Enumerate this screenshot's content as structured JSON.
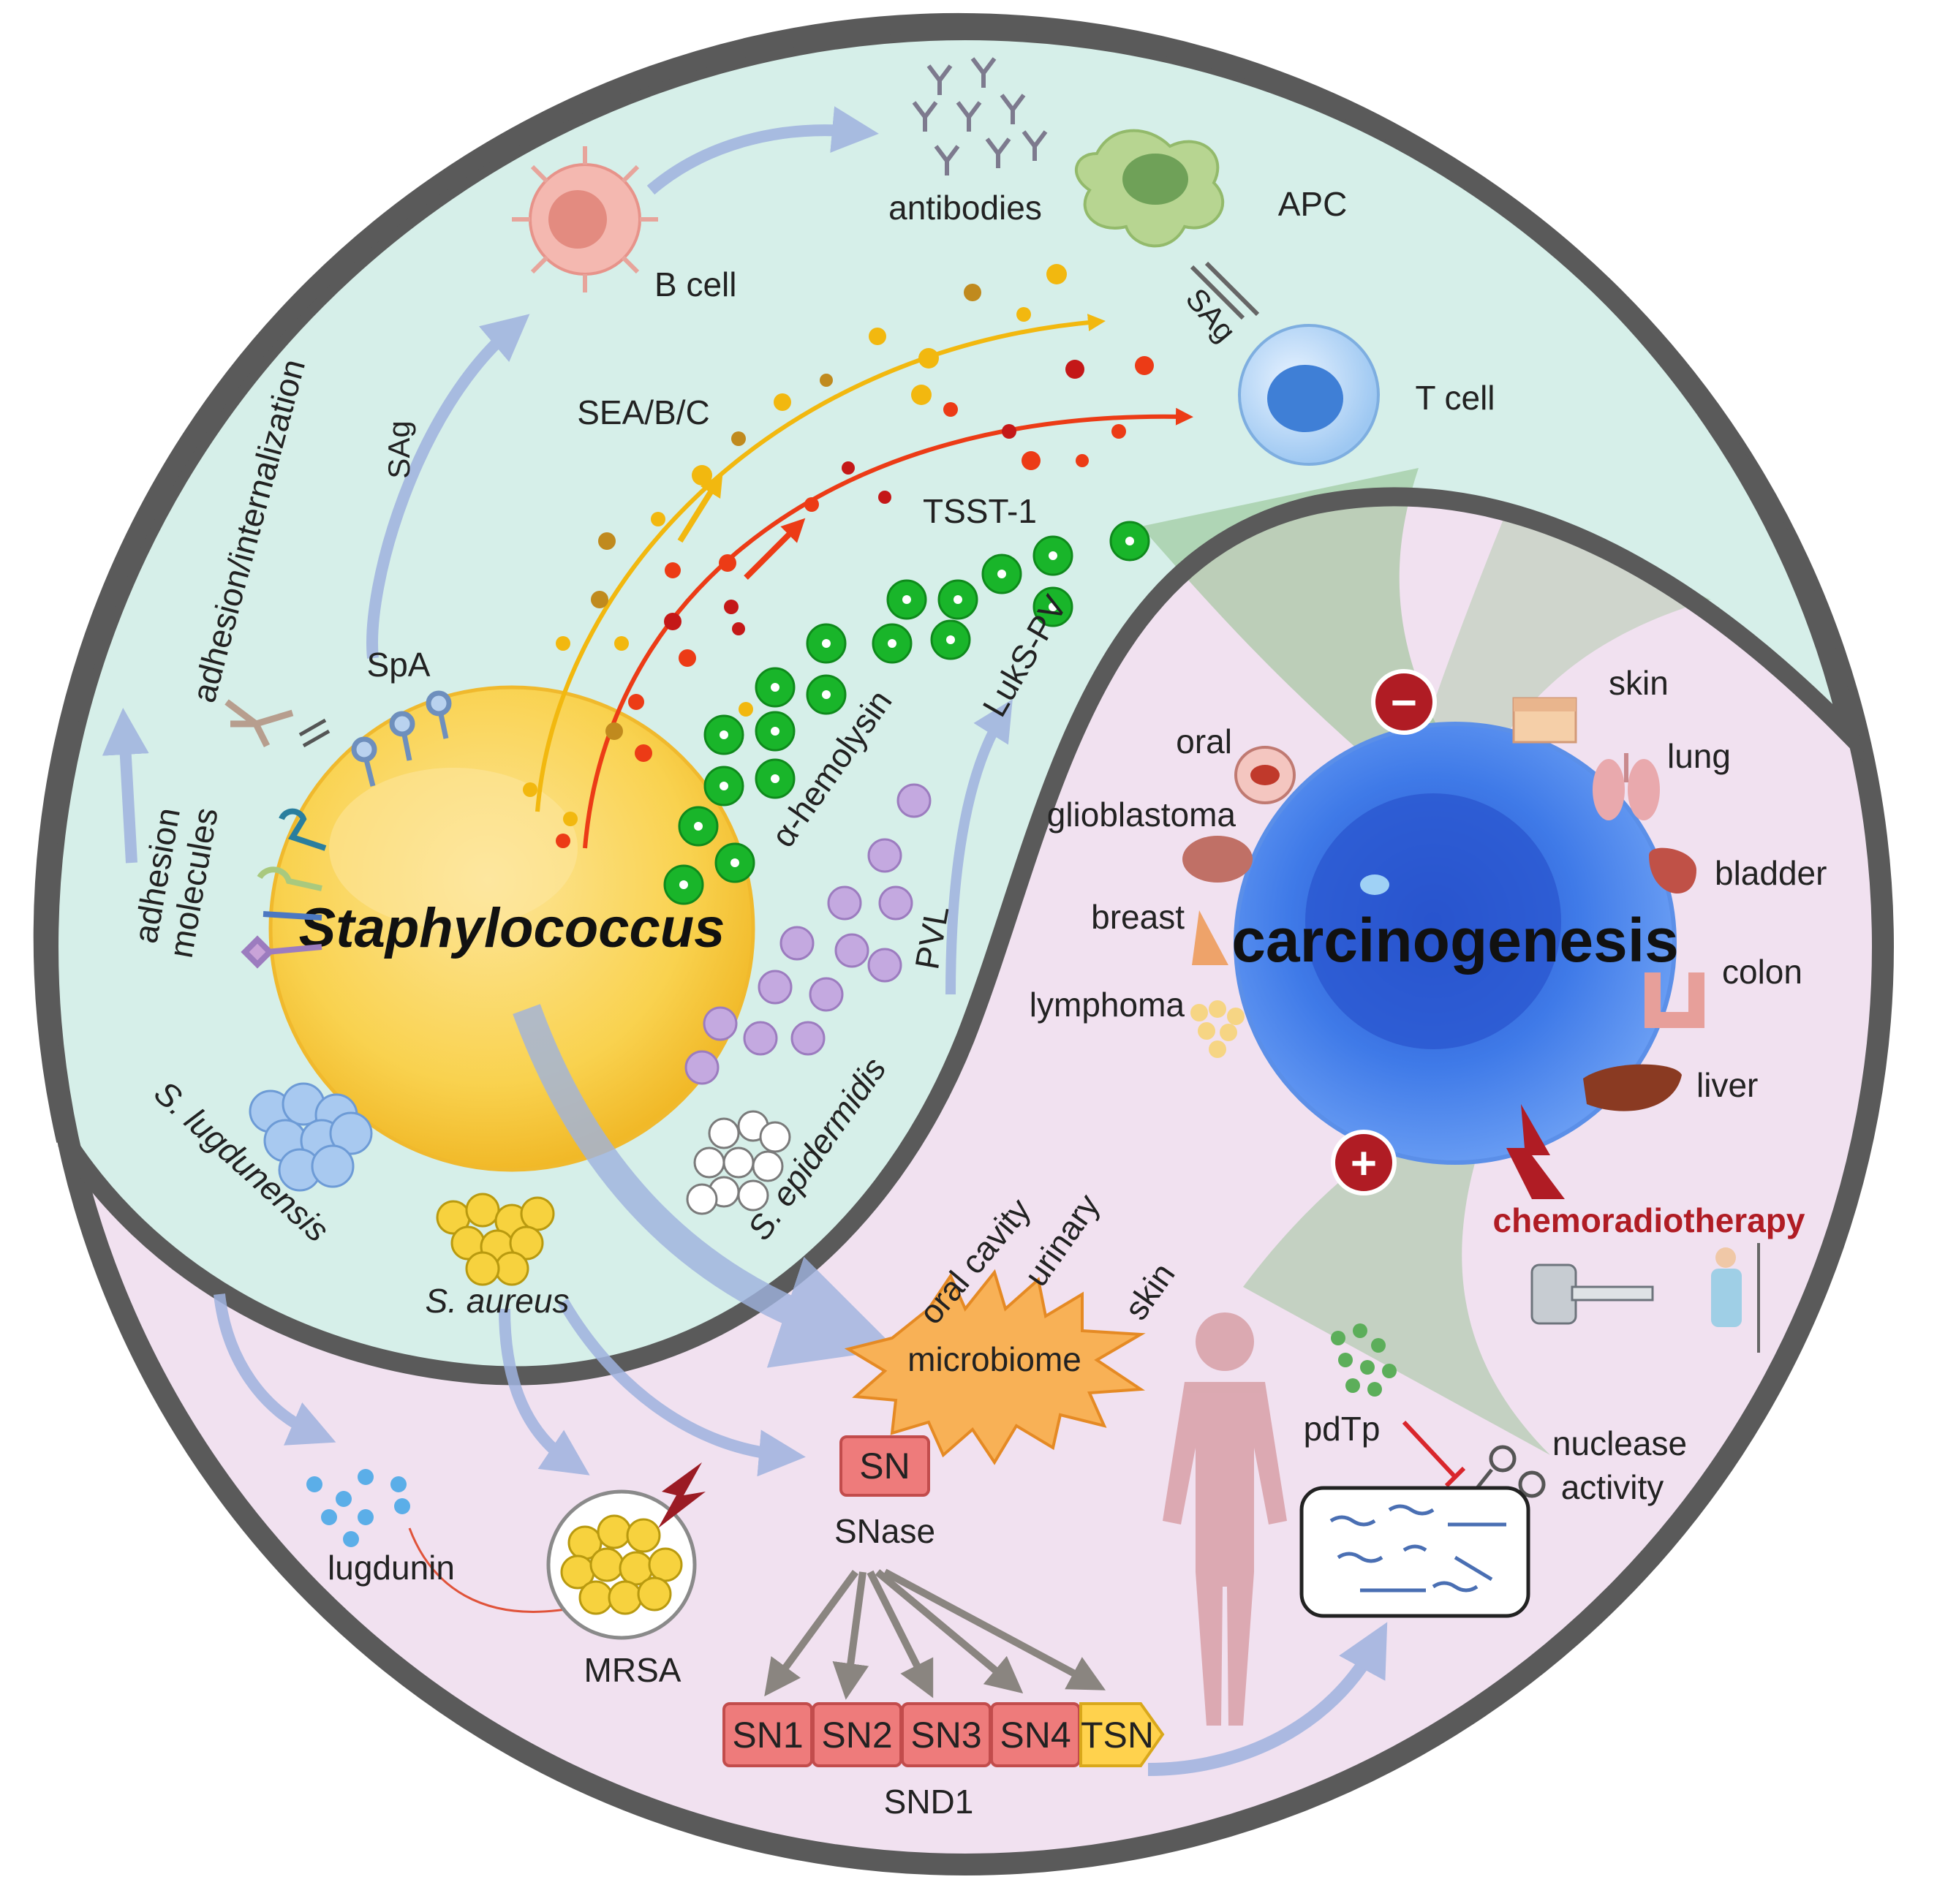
{
  "labels": {
    "staphylococcus": "Staphylococcus",
    "carcinogenesis": "carcinogenesis",
    "antibodies": "antibodies",
    "apc": "APC",
    "b_cell": "B cell",
    "t_cell": "T cell",
    "sag_bcell": "SAg",
    "sag_tcell": "SAg",
    "sea_bc": "SEA/B/C",
    "tsst1": "TSST-1",
    "adhesion_internalization": "adhesion/internalization",
    "spa": "SpA",
    "adhesion": "adhesion",
    "molecules": "molecules",
    "alpha_hemolysin": "α-hemolysin",
    "luks_pv": "LukS-PV",
    "pvl": "PVL",
    "s_lugdunensis": "S. lugdunensis",
    "s_aureus": "S. aureus",
    "s_epidermidis": "S. epidermidis",
    "lugdunin": "lugdunin",
    "mrsa": "MRSA",
    "sn": "SN",
    "snase": "SNase",
    "snd1": "SND1",
    "microbiome": "microbiome",
    "oral_cavity": "oral cavity",
    "urinary": "urinary",
    "skin_micro": "skin",
    "pdtp": "pdTp",
    "nuclease": "nuclease",
    "activity": "activity",
    "chemoradiotherapy": "chemoradiotherapy",
    "minus": "−",
    "plus": "+"
  },
  "snd1_domains": [
    "SN1",
    "SN2",
    "SN3",
    "SN4",
    "TSN"
  ],
  "cancers": {
    "skin": "skin",
    "lung": "lung",
    "bladder": "bladder",
    "colon": "colon",
    "liver": "liver",
    "oral": "oral",
    "glioblastoma": "glioblastoma",
    "breast": "breast",
    "lymphoma": "lymphoma"
  },
  "colors": {
    "top_region": "#d6efe9",
    "bottom_region": "#f1e1f0",
    "ring": "#5a5a5a",
    "staph_cell": "#f7cf45",
    "tumor_cell": "#3d78e6",
    "arrow_blue": "#9fb3df",
    "toxin_green": "#19b52a",
    "pvl_purple": "#b79ad6",
    "sn_box": "#ee7b7b",
    "tsn_box": "#ffd24d",
    "accent_red": "#b01c24"
  }
}
